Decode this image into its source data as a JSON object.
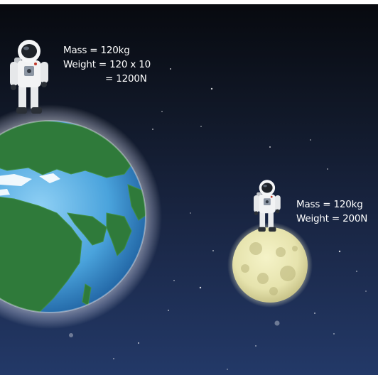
{
  "earth": {
    "mass": "Mass = 120kg",
    "weight_line1": "Weight = 120 x 10",
    "weight_line2": "= 1200N"
  },
  "moon": {
    "mass": "Mass = 120kg",
    "weight": "Weight = 200N"
  },
  "colors": {
    "space_top": "#07090e",
    "space_bottom": "#233968",
    "ocean": "#3f9ad6",
    "land": "#2f7a3a",
    "moon": "#ecebc0",
    "text": "#ffffff"
  },
  "icons": [
    "astronaut-earth-icon",
    "astronaut-moon-icon",
    "earth-planet-icon",
    "moon-icon"
  ]
}
